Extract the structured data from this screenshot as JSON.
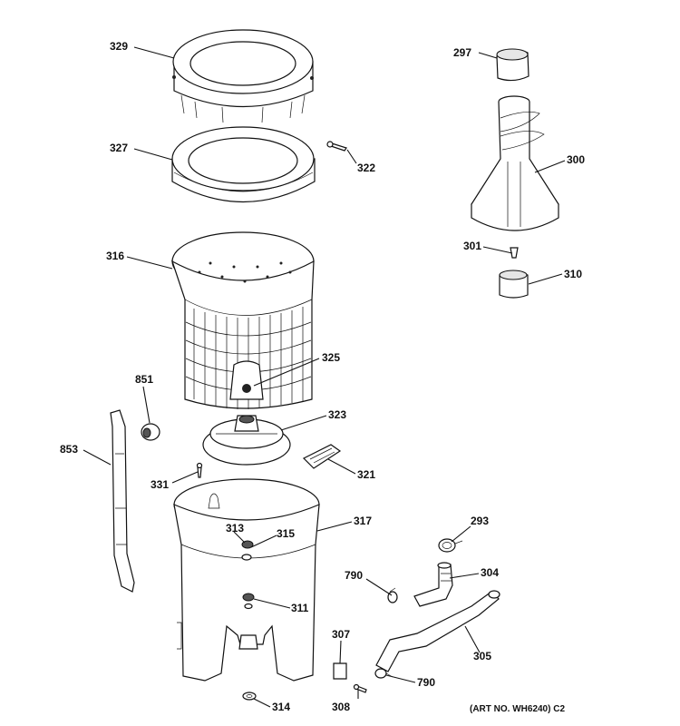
{
  "part_labels": {
    "p329": "329",
    "p327": "327",
    "p322": "322",
    "p316": "316",
    "p325": "325",
    "p851": "851",
    "p853": "853",
    "p323": "323",
    "p321": "321",
    "p331": "331",
    "p317": "317",
    "p313": "313",
    "p315": "315",
    "p311": "311",
    "p314": "314",
    "p307": "307",
    "p308": "308",
    "p790a": "790",
    "p790b": "790",
    "p293": "293",
    "p304": "304",
    "p305": "305",
    "p297": "297",
    "p300": "300",
    "p301": "301",
    "p310": "310"
  },
  "art_note": "(ART NO. WH6240) C2"
}
